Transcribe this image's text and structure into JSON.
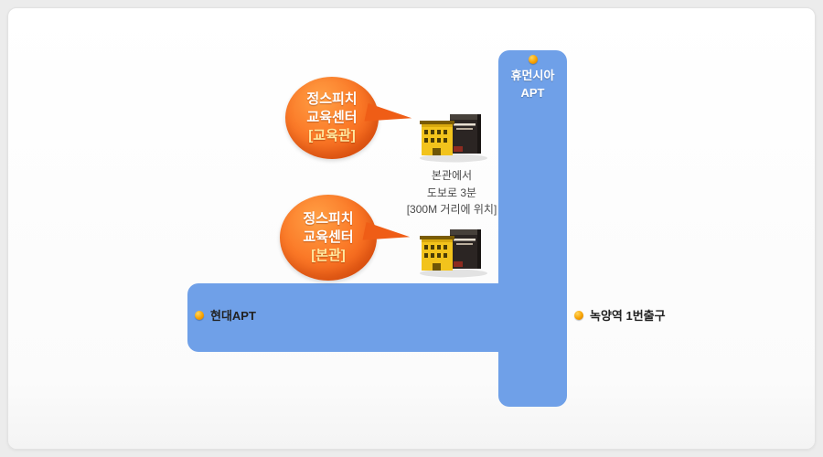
{
  "map": {
    "colors": {
      "road": "#6fa0e8",
      "callout": "#f15f17",
      "marker": "#f8a200"
    },
    "labels": {
      "apt_top": {
        "line1": "휴먼시아",
        "line2": "APT"
      },
      "hyundai_apt": "현대APT",
      "station_exit": "녹양역 1번출구"
    },
    "callouts": {
      "annex": {
        "line1": "정스피치",
        "line2": "교육센터",
        "line3": "[교육관]"
      },
      "main": {
        "line1": "정스피치",
        "line2": "교육센터",
        "line3": "[본관]"
      }
    },
    "walk_note": {
      "line1": "본관에서",
      "line2": "도보로 3분",
      "line3": "[300M 거리에 위치]"
    }
  }
}
